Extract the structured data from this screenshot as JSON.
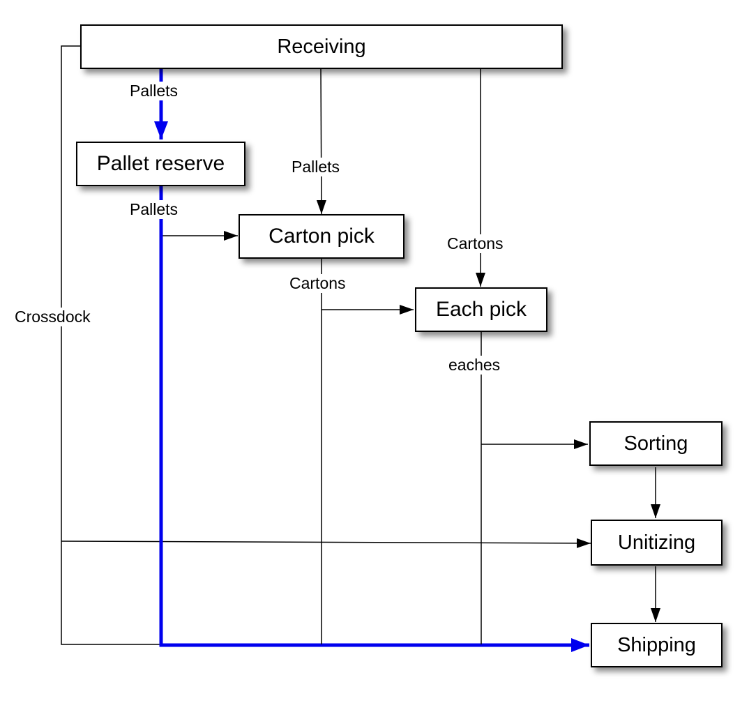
{
  "nodes": {
    "receiving": "Receiving",
    "pallet_reserve": "Pallet reserve",
    "carton_pick": "Carton pick",
    "each_pick": "Each pick",
    "sorting": "Sorting",
    "unitizing": "Unitizing",
    "shipping": "Shipping"
  },
  "edge_labels": {
    "receiving_to_reserve": "Pallets",
    "receiving_to_carton": "Pallets",
    "receiving_to_each": "Cartons",
    "reserve_out": "Pallets",
    "carton_out": "Cartons",
    "each_out": "eaches",
    "crossdock": "Crossdock"
  },
  "colors": {
    "highlight_path": "#0000ee",
    "line": "#000000"
  }
}
